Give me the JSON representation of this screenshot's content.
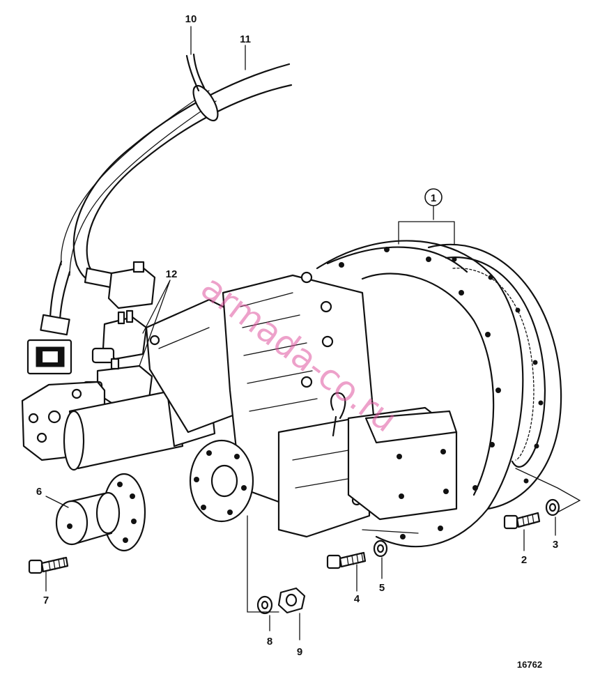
{
  "diagram": {
    "callouts": {
      "c1": "1",
      "c2": "2",
      "c3": "3",
      "c4": "4",
      "c5": "5",
      "c6": "6",
      "c7": "7",
      "c8": "8",
      "c9": "9",
      "c10": "10",
      "c11": "11",
      "c12": "12"
    },
    "figure_number": "16762",
    "watermark": "armada-co.ru",
    "colors": {
      "line": "#111111",
      "background": "#ffffff",
      "watermark": "#e0569f"
    }
  }
}
